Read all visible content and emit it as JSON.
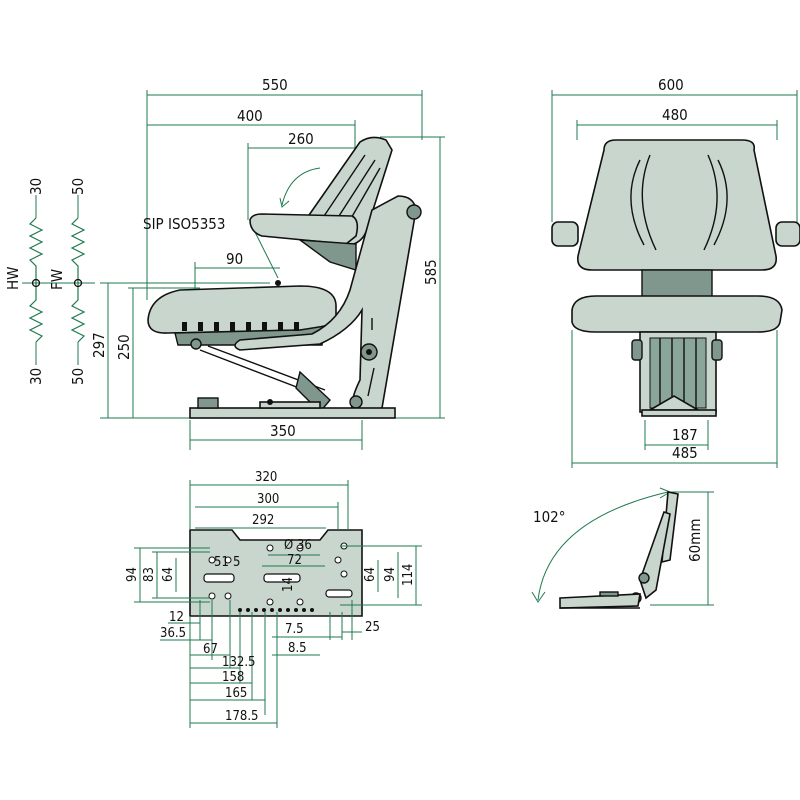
{
  "side_view": {
    "dim_550": "550",
    "dim_400": "400",
    "dim_260": "260",
    "dim_585": "585",
    "dim_297": "297",
    "dim_250": "250",
    "dim_90": "90",
    "dim_350": "350",
    "sip_label": "SIP ISO5353"
  },
  "springs": {
    "hw_label": "HW",
    "fw_label": "FW",
    "hw_top": "30",
    "hw_bottom": "30",
    "fw_top": "50",
    "fw_bottom": "50"
  },
  "front_view": {
    "dim_600": "600",
    "dim_480": "480",
    "dim_187": "187",
    "dim_485": "485"
  },
  "base_plate": {
    "dim_320": "320",
    "dim_300": "300",
    "dim_292": "292",
    "dim_dia36": "Ø 36",
    "dim_72": "72",
    "dim_51": "51",
    "dim_5": "5",
    "dim_14": "14",
    "dim_94_left": "94",
    "dim_83": "83",
    "dim_64_left": "64",
    "dim_64_right": "64",
    "dim_94_right": "94",
    "dim_114": "114",
    "dim_12": "12",
    "dim_36_5": "36.5",
    "dim_67": "67",
    "dim_7_5": "7.5",
    "dim_25": "25",
    "dim_8_5": "8.5",
    "dim_132_5": "132.5",
    "dim_158": "158",
    "dim_165": "165",
    "dim_178_5": "178.5"
  },
  "recline_view": {
    "angle": "102°",
    "dim_60mm": "60mm"
  }
}
